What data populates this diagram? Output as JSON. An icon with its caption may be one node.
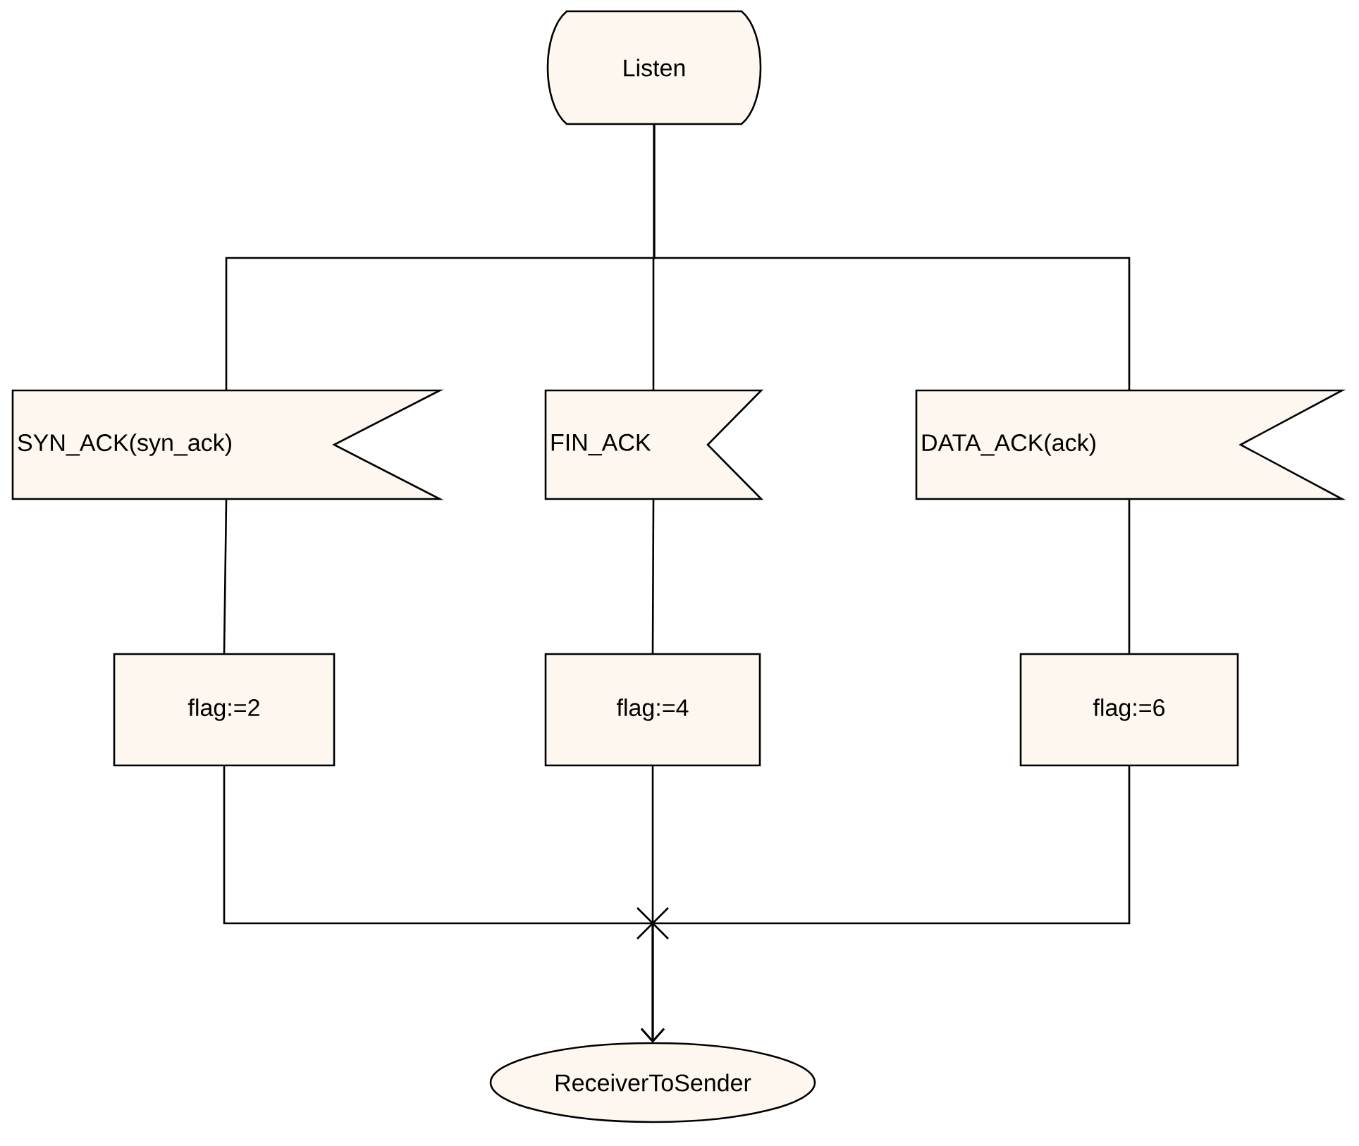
{
  "diagram": {
    "nodes": [
      {
        "text": [
          "Listen"
        ]
      },
      {
        "text": [
          "SYN_ACK(syn_ack)"
        ]
      },
      {
        "text": [
          "FIN_ACK"
        ]
      },
      {
        "text": [
          "DATA_ACK(ack)"
        ]
      },
      {
        "text": [
          "flag:=2"
        ]
      },
      {
        "text": [
          "flag:=4"
        ]
      },
      {
        "text": [
          "flag:=6"
        ]
      },
      {
        "text": [
          "ReceiverToSender"
        ]
      }
    ],
    "edges": [
      {
        "from": 0,
        "to": 1,
        "arrow": "none"
      },
      {
        "from": 0,
        "to": 2,
        "arrow": "none"
      },
      {
        "from": 0,
        "to": 3,
        "arrow": "none"
      },
      {
        "from": 1,
        "to": 4,
        "arrow": "none"
      },
      {
        "from": 2,
        "to": 5,
        "arrow": "none"
      },
      {
        "from": 3,
        "to": 6,
        "arrow": "none"
      },
      {
        "from": 4,
        "to": 7,
        "arrow": "to"
      },
      {
        "from": 5,
        "to": 7,
        "arrow": "to"
      },
      {
        "from": 6,
        "to": 7,
        "arrow": "to"
      }
    ]
  }
}
